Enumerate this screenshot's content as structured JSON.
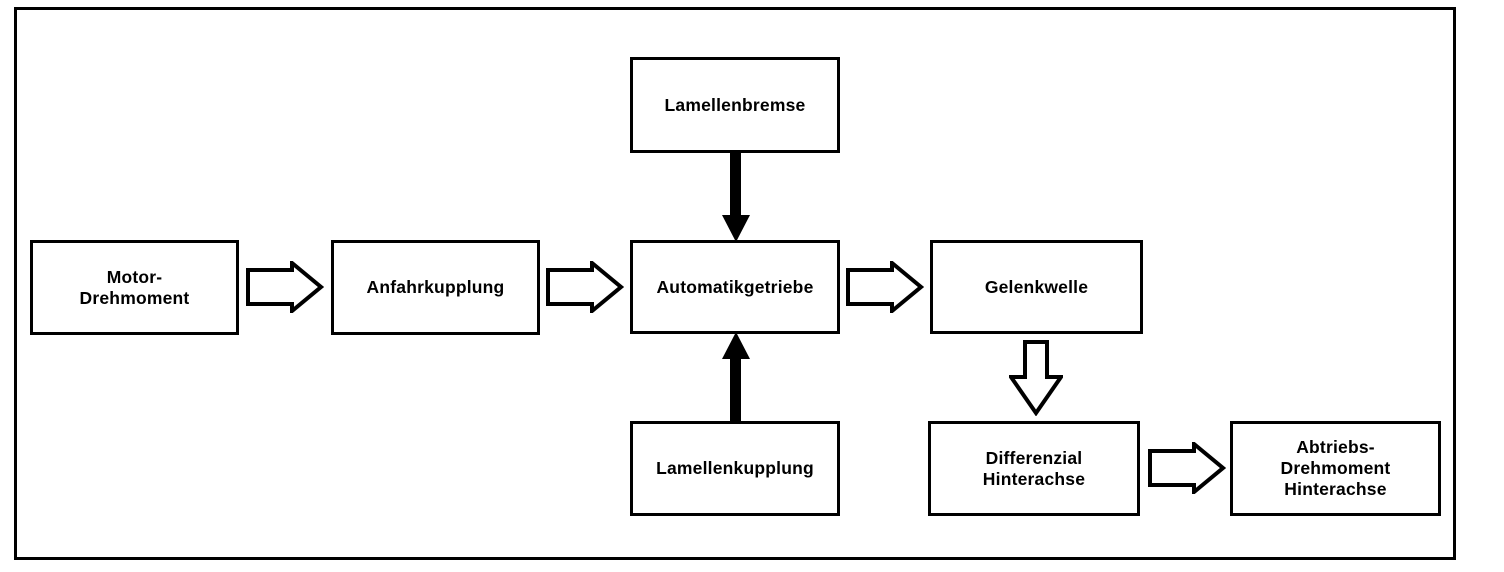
{
  "diagram": {
    "type": "block-flow-diagram",
    "language": "de",
    "colors": {
      "background": "#ffffff",
      "line": "#000000",
      "box_fill": "#ffffff",
      "text": "#000000",
      "outline_arrow_fill": "#ffffff",
      "solid_arrow_fill": "#000000"
    },
    "nodes": {
      "motor_drehmoment": {
        "label": "Motor-\nDrehmoment"
      },
      "anfahrkupplung": {
        "label": "Anfahrkupplung"
      },
      "lamellenbremse": {
        "label": "Lamellenbremse"
      },
      "automatikgetriebe": {
        "label": "Automatikgetriebe"
      },
      "lamellenkupplung": {
        "label": "Lamellenkupplung"
      },
      "gelenkwelle": {
        "label": "Gelenkwelle"
      },
      "differenzial_hinterachse": {
        "label": "Differenzial\nHinterachse"
      },
      "abtriebs_drehmoment_hinterachse": {
        "label": "Abtriebs-\nDrehmoment\nHinterachse"
      }
    },
    "edges": [
      {
        "from": "motor_drehmoment",
        "to": "anfahrkupplung",
        "direction": "right",
        "style": "outline"
      },
      {
        "from": "anfahrkupplung",
        "to": "automatikgetriebe",
        "direction": "right",
        "style": "outline"
      },
      {
        "from": "lamellenbremse",
        "to": "automatikgetriebe",
        "direction": "down",
        "style": "solid"
      },
      {
        "from": "lamellenkupplung",
        "to": "automatikgetriebe",
        "direction": "up",
        "style": "solid"
      },
      {
        "from": "automatikgetriebe",
        "to": "gelenkwelle",
        "direction": "right",
        "style": "outline"
      },
      {
        "from": "gelenkwelle",
        "to": "differenzial_hinterachse",
        "direction": "down",
        "style": "outline"
      },
      {
        "from": "differenzial_hinterachse",
        "to": "abtriebs_drehmoment_hinterachse",
        "direction": "right",
        "style": "outline"
      }
    ]
  }
}
